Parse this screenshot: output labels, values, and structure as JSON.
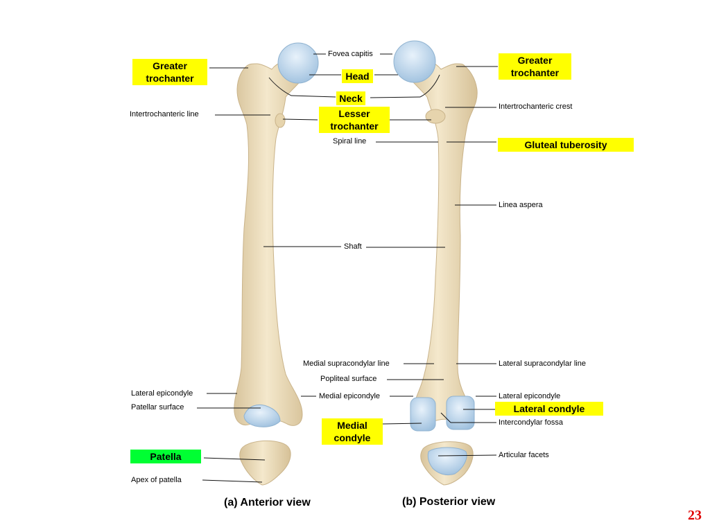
{
  "colors": {
    "bone": "#efe2c4",
    "bone_shadow": "#d9c7a0",
    "cartilage": "#b9d3ea",
    "highlight_yellow": "#ffff00",
    "highlight_green": "#00ff33",
    "page_number": "#e00000"
  },
  "labels": {
    "fovea_capitis": "Fovea capitis",
    "greater_trochanter_left": "Greater trochanter",
    "greater_trochanter_right": "Greater trochanter",
    "head": "Head",
    "neck": "Neck",
    "intertrochanteric_line": "Intertrochanteric line",
    "lesser_trochanter": "Lesser trochanter",
    "intertrochanteric_crest": "Intertrochanteric crest",
    "spiral_line": "Spiral line",
    "gluteal_tuberosity": "Gluteal tuberosity",
    "linea_aspera": "Linea aspera",
    "shaft": "Shaft",
    "medial_supracondylar_line": "Medial supracondylar line",
    "lateral_supracondylar_line": "Lateral supracondylar line",
    "popliteal_surface": "Popliteal surface",
    "lateral_epicondyle_left": "Lateral epicondyle",
    "medial_epicondyle": "Medial epicondyle",
    "lateral_epicondyle_right": "Lateral epicondyle",
    "patellar_surface": "Patellar surface",
    "lateral_condyle": "Lateral condyle",
    "medial_condyle": "Medial condyle",
    "intercondylar_fossa": "Intercondylar fossa",
    "patella": "Patella",
    "articular_facets": "Articular facets",
    "apex_of_patella": "Apex of patella"
  },
  "captions": {
    "anterior": "(a) Anterior view",
    "posterior": "(b) Posterior view"
  },
  "page_number": "23"
}
